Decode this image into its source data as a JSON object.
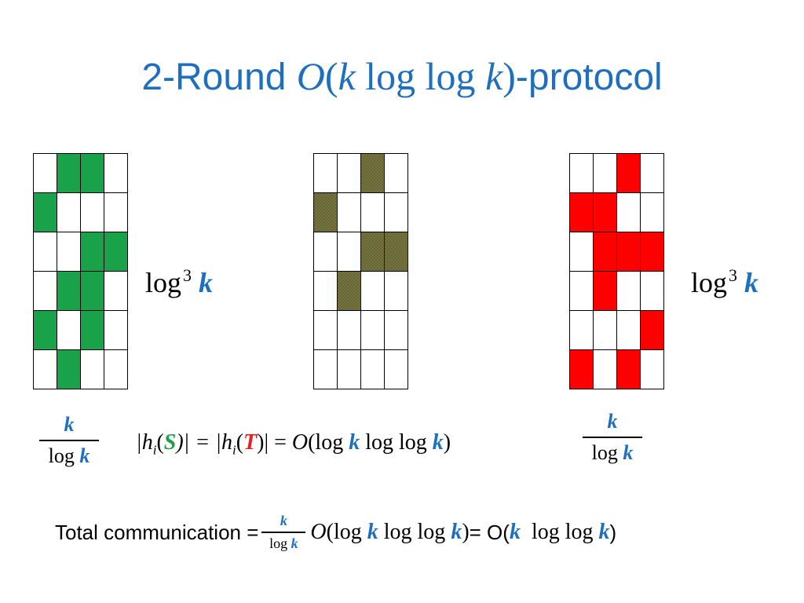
{
  "title": {
    "prefix": "2-Round ",
    "big_o": "O",
    "open": "(",
    "k1": "k",
    "loglog": " log log ",
    "k2": "k",
    "close": ")",
    "suffix": "-protocol"
  },
  "grids": {
    "left": {
      "fill": "green",
      "rows": [
        [
          0,
          1,
          1,
          0
        ],
        [
          1,
          0,
          0,
          0
        ],
        [
          0,
          0,
          1,
          1
        ],
        [
          0,
          1,
          1,
          0
        ],
        [
          1,
          0,
          1,
          0
        ],
        [
          0,
          1,
          0,
          0
        ]
      ]
    },
    "middle": {
      "fill": "checkered red-green",
      "rows": [
        [
          0,
          0,
          1,
          0
        ],
        [
          1,
          0,
          0,
          0
        ],
        [
          0,
          0,
          1,
          1
        ],
        [
          0,
          1,
          0,
          0
        ],
        [
          0,
          0,
          0,
          0
        ],
        [
          0,
          0,
          0,
          0
        ]
      ]
    },
    "right": {
      "fill": "red",
      "rows": [
        [
          0,
          0,
          1,
          0
        ],
        [
          1,
          1,
          0,
          0
        ],
        [
          0,
          1,
          1,
          1
        ],
        [
          0,
          1,
          0,
          0
        ],
        [
          0,
          0,
          0,
          1
        ],
        [
          1,
          0,
          1,
          0
        ]
      ]
    }
  },
  "height_label": {
    "log": "log",
    "exp": "3",
    "k": "k"
  },
  "fraction": {
    "num": "k",
    "den_log": "log ",
    "den_k": "k"
  },
  "hash_eq": {
    "p1": "|h",
    "i": "i",
    "p2": "(",
    "S": "S",
    "p3": ")| = |h",
    "p4": "(",
    "T": "T",
    "p5": ")| = ",
    "O": "O",
    "p6": "(log ",
    "k1": "k",
    "p7": " log log ",
    "k2": "k",
    "p8": ")"
  },
  "total": {
    "label": "Total communication = ",
    "frac_num": "k",
    "frac_den_log": "log ",
    "frac_den_k": "k",
    "O": "O",
    "p1": "(log ",
    "k1": "k",
    "p2": " log log ",
    "k2": "k",
    "p3": ")",
    "eq": " = O(",
    "k3": "k",
    "p4": "  log log ",
    "k4": "k",
    "p5": ")"
  },
  "colors": {
    "title_blue": "#1f6fbf",
    "green": "#1aa24a",
    "red": "#ff0000",
    "k_blue": "#1f6fbf"
  }
}
